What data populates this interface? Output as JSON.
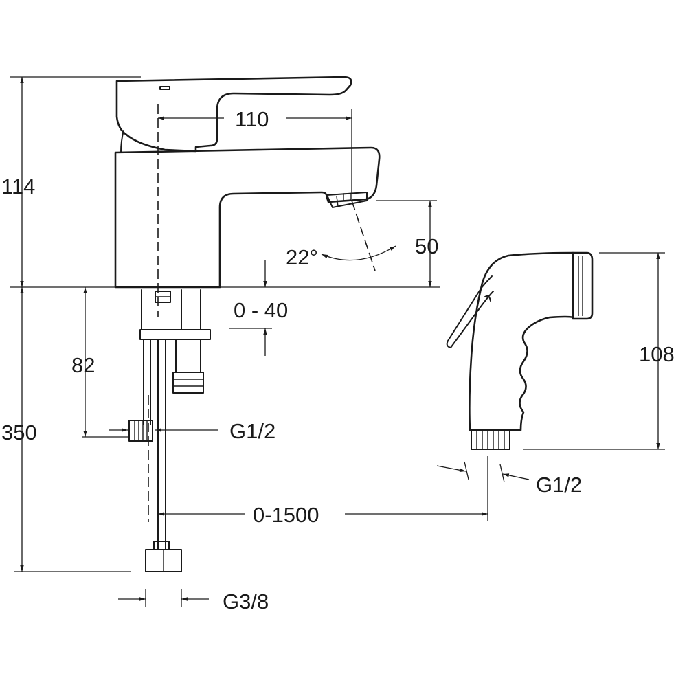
{
  "diagram": {
    "faucet": {
      "dimensions": {
        "height_total": "114",
        "spout_reach": "110",
        "spout_height": "50",
        "spout_angle": "22°",
        "deck_thickness": "0 - 40",
        "inlet_height": "82",
        "hose_length": "350",
        "inlet_thread": "G1/2",
        "supply_thread": "G3/8",
        "hose_reach": "0-1500"
      }
    },
    "hand_shower": {
      "dimensions": {
        "height": "108",
        "thread": "G1/2"
      }
    },
    "colors": {
      "line": "#1a1a1a",
      "background": "#ffffff"
    }
  }
}
